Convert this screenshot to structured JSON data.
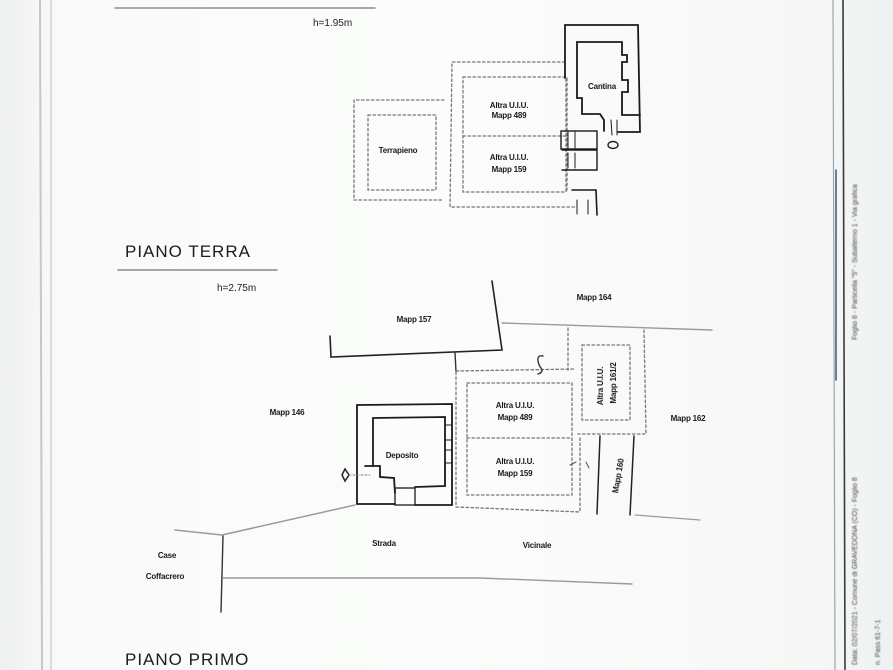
{
  "document": {
    "type": "floor-plan",
    "ground_floor": {
      "title": "PIANO TERRA",
      "height_label_top": "h=1.95m",
      "height_label_bottom": "h=2.75m",
      "rooms": [
        {
          "name": "Terrapieno"
        },
        {
          "name": "Altra U.I.U.",
          "mapp": "Mapp 489"
        },
        {
          "name": "Altra U.I.U.",
          "mapp": "Mapp 159"
        },
        {
          "name": "Cantina"
        }
      ]
    },
    "first_floor": {
      "title": "PIANO PRIMO",
      "rooms": [
        {
          "name": "Deposito"
        },
        {
          "name": "Altra U.I.U.",
          "mapp": "Mapp 489"
        },
        {
          "name": "Altra U.I.U.",
          "mapp": "Mapp 159"
        },
        {
          "name": "Altra U.I.U.",
          "mapp": "Mapp 161/2"
        },
        {
          "name": "Mapp 160"
        }
      ],
      "parcels": {
        "mapp157": "Mapp 157",
        "mapp164": "Mapp 164",
        "mapp146": "Mapp 146",
        "mapp162": "Mapp 162"
      },
      "road": {
        "word1": "Strada",
        "word2": "Vicinale"
      },
      "houses": {
        "line1": "Case",
        "line2": "Coffacrero"
      }
    },
    "margin_text": {
      "upper": "Foglio 8 - Particella \"5\" - Subalterno 1 - Via grafica",
      "lower": "Data: 02/07/2021 - Comune di GRAVEDONA (CO) - Foglio 8",
      "lowest": "n. Pass 61-7-1"
    }
  }
}
